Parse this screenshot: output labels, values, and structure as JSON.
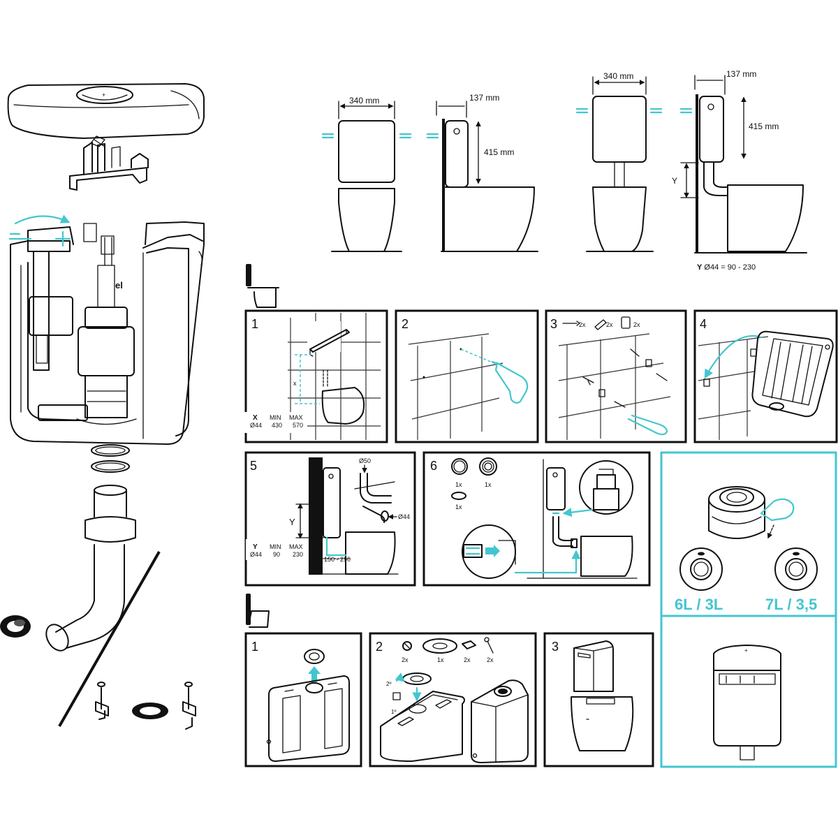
{
  "colors": {
    "accent": "#43c6cf",
    "ink": "#111111",
    "background": "#ffffff"
  },
  "dimensions": {
    "width_a": "340 mm",
    "depth_a": "137 mm",
    "height_a": "415 mm",
    "width_b": "340 mm",
    "depth_b": "137 mm",
    "height_b": "415 mm",
    "y_letter": "Y",
    "y_note_prefix": "Y",
    "y_note_rest": "Ø44 =  90 - 230"
  },
  "wall_steps": [
    {
      "number": "1",
      "hdr_x": "X",
      "hdr_min": "MIN",
      "hdr_max": "MAX",
      "row_x": "Ø44",
      "row_min": "430",
      "row_max": "570",
      "dim_letter": "x"
    },
    {
      "number": "2"
    },
    {
      "number": "3",
      "qty_a": "2x",
      "qty_b": "2x",
      "qty_c": "2x"
    },
    {
      "number": "4"
    },
    {
      "number": "5",
      "hdr_y": "Y",
      "hdr_min": "MIN",
      "hdr_max": "MAX",
      "row_y": "Ø44",
      "row_min": "90",
      "row_max": "230",
      "dim_letter": "Y",
      "pipe_a": "Ø50",
      "pipe_b": "Ø44",
      "range": "150 - 290"
    },
    {
      "number": "6",
      "qty_a": "1x",
      "qty_b": "1x",
      "qty_c": "1x"
    }
  ],
  "volume_options": [
    "6L / 3L",
    "7L / 3,5"
  ],
  "floor_steps": [
    {
      "number": "1"
    },
    {
      "number": "2",
      "qty_a": "2x",
      "qty_b": "1x",
      "qty_c": "2x",
      "qty_d": "2x",
      "order_1": "1º",
      "order_2": "2º"
    },
    {
      "number": "3"
    }
  ],
  "exploded": {
    "brand_text": "el"
  }
}
